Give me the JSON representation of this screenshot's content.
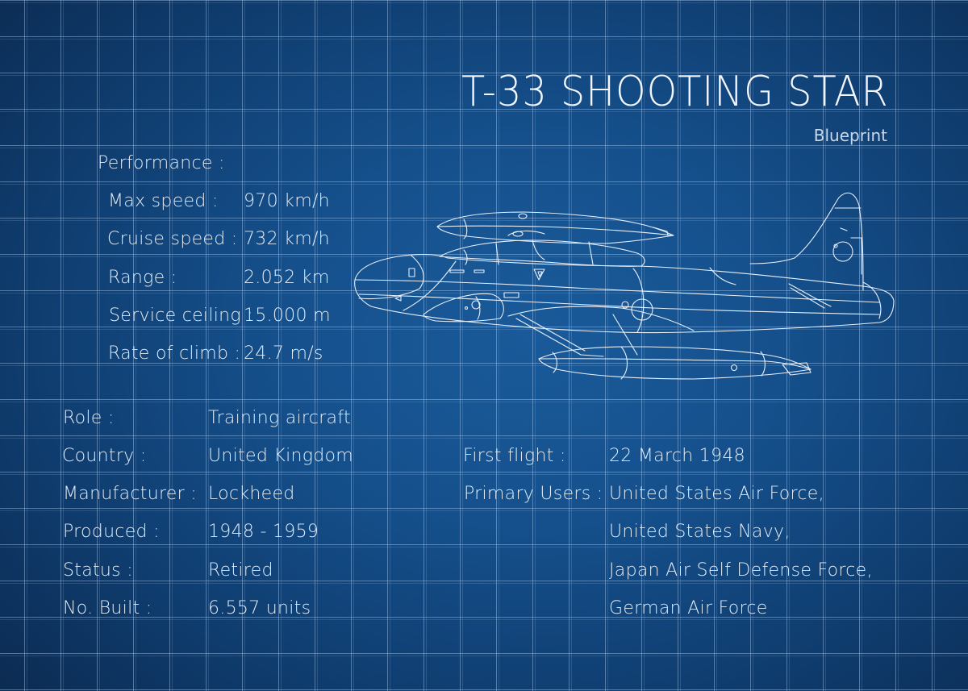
{
  "header": {
    "title": "T-33 SHOOTING STAR",
    "subtitle": "Blueprint"
  },
  "performance": {
    "heading": "Performance :",
    "rows": [
      {
        "label": "Max speed :",
        "value": "970 km/h"
      },
      {
        "label": "Cruise speed :",
        "value": "732 km/h"
      },
      {
        "label": "Range :",
        "value": "2.052 km"
      },
      {
        "label": "Service ceiling :",
        "value": "15.000 m"
      },
      {
        "label": "Rate of climb :",
        "value": "24.7 m/s"
      }
    ]
  },
  "specs": {
    "rows": [
      {
        "label": "Role :",
        "value": "Training aircraft"
      },
      {
        "label": "Country :",
        "value": "United Kingdom"
      },
      {
        "label": "Manufacturer :",
        "value": "Lockheed"
      },
      {
        "label": "Produced :",
        "value": "1948 - 1959"
      },
      {
        "label": "Status :",
        "value": "Retired"
      },
      {
        "label": "No. Built :",
        "value": "6.557 units"
      }
    ]
  },
  "history": {
    "first_flight_label": "First flight :",
    "first_flight_value": "22 March 1948",
    "primary_users_label": "Primary Users :",
    "primary_users": [
      "United States Air Force,",
      "United States Navy,",
      "Japan Air Self Defense Force,",
      "German Air Force"
    ]
  },
  "colors": {
    "background_center": "#1a5a9a",
    "background_edge": "#0b2a50",
    "grid_line": "#aac8eb",
    "ink": "#e3ecf7"
  }
}
